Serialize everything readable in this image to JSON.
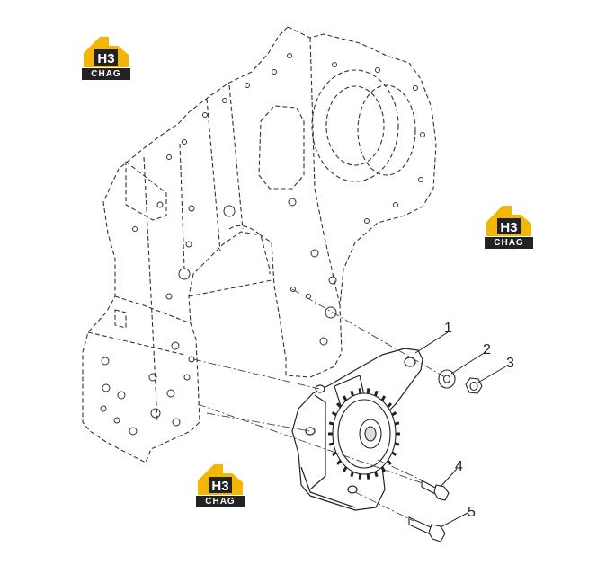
{
  "watermark": {
    "mark": "H3",
    "brand": "CHAG",
    "brand_color": "#f2b705",
    "dark_color": "#222222"
  },
  "callouts": [
    {
      "label": "1",
      "part": "oil pump assembly with gear"
    },
    {
      "label": "2",
      "part": "washer"
    },
    {
      "label": "3",
      "part": "nut"
    },
    {
      "label": "4",
      "part": "bolt"
    },
    {
      "label": "5",
      "part": "bolt"
    }
  ]
}
